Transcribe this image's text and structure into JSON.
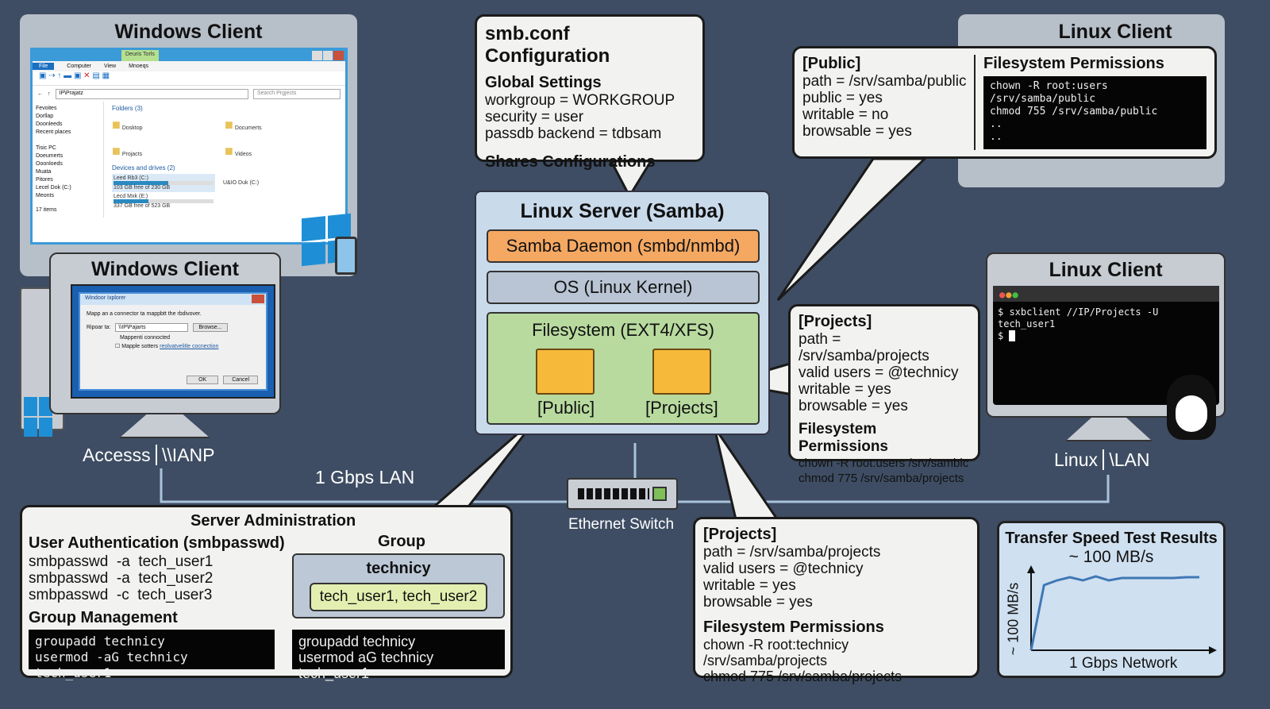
{
  "colors": {
    "background": "#3e4d63",
    "server": "#c9daeb",
    "daemon": "#f4a862",
    "os": "#b9c5d4",
    "filesystem": "#b8da9f",
    "bubble": "#f2f2f0",
    "chart_line": "#3f78b5"
  },
  "win_top": {
    "title": "Windows Client",
    "explorer": {
      "contextual_tab": "Deuris Torls",
      "tabs": [
        "File",
        "Computer",
        "View",
        "Mnoeqs"
      ],
      "address": "IP\\Prajatz",
      "search_placeholder": "Search Prgjects",
      "nav": [
        "Fevoites",
        "Dorllap",
        "Doonleeds",
        "Recent places",
        "Tisic PC",
        "Doeumerts",
        "Ooonloeds",
        "Muata",
        "Pitores",
        "Lecel Dok (C:)",
        "Meonts"
      ],
      "folders_header": "Folders (3)",
      "folders": [
        "Dosktop",
        "Documerts",
        "Projacts",
        "Videos"
      ],
      "drives_header": "Devices and drives (2)",
      "drives": [
        {
          "name": "Leed Rb3 (C:)",
          "free": "103 GB free of 230 GB",
          "used": 0.55
        },
        {
          "name": "Lecd Mxk (E:)",
          "free": "337 GB free of 523 GB",
          "used": 0.35
        }
      ],
      "dvd": "U&IO Duk (C:)",
      "status": "17 items"
    }
  },
  "win_bottom": {
    "title": "Windows Client",
    "dialog": {
      "title": "Windoor Ixplorer",
      "desc": "Mapp an a connector ta mappbtt the rbdivover.",
      "field_label": "Ripoar ta:",
      "field_value": "\\\\IP\\Pajarts",
      "browse": "Browse...",
      "status": "Mappenti connocted",
      "checkbox": "Mapple sotters",
      "link": "reolvatvelitle cocnection",
      "ok": "OK",
      "cancel": "Cancel"
    },
    "access": "Accesss",
    "path": "\\\\IANP"
  },
  "lan": {
    "label": "1 Gbps LAN",
    "switch": "Ethernet Switch"
  },
  "smbconf": {
    "title": "smb.conf Configuration",
    "global_heading": "Global Settings",
    "global": [
      "workgroup = WORKGROUP",
      "security = user",
      "passdb backend = tdbsam"
    ],
    "shares_heading": "Shares Configurations"
  },
  "server": {
    "title": "Linux Server (Samba)",
    "daemon": "Samba Daemon (smbd/nmbd)",
    "os": "OS (Linux Kernel)",
    "fs": "Filesystem (EXT4/XFS)",
    "folders": [
      "[Public]",
      "[Projects]"
    ]
  },
  "linux_top": {
    "title": "Linux Client",
    "public_heading": "[Public]",
    "public": [
      "path = /srv/samba/public",
      "public = yes",
      "writable = no",
      "browsable = yes"
    ],
    "perm_heading": "Filesystem Permissions",
    "perm_cmds": [
      "chown -R root:users",
      "/srv/samba/public",
      "chmod 755 /srv/samba/public",
      "..",
      ".."
    ]
  },
  "linux_bottom": {
    "title": "Linux Client",
    "terminal": [
      "$ sxbclient //IP/Projects -U tech_user1",
      "$ "
    ],
    "label": "Linux",
    "path": "\\LAN"
  },
  "projects_mid": {
    "heading": "[Projects]",
    "lines": [
      "path = /srv/samba/projects",
      "valid users = @technicy",
      "writable = yes",
      "browsable = yes"
    ],
    "perm_heading": "Filesystem Permissions",
    "perm": [
      "chown -R root:users /srv/sambic",
      "chmod 775 /srv/samba/projects"
    ]
  },
  "projects_bottom": {
    "heading": "[Projects]",
    "lines": [
      "path = /srv/samba/projects",
      "valid users = @technicy",
      "writable = yes",
      "browsable = yes"
    ],
    "perm_heading": "Filesystem Permissions",
    "perm": [
      "chown -R root:technicy /srv/samba/projects",
      "chmod 775 /srv/samba/projects"
    ]
  },
  "admin": {
    "title": "Server Administration",
    "auth_heading": "User Authentication (smbpasswd)",
    "auth": [
      "smbpasswd  -a  tech_user1",
      "smbpasswd  -a  tech_user2",
      "smbpasswd  -c  tech_user3"
    ],
    "group_heading": "Group",
    "group_name": "technicy",
    "group_members": "tech_user1, tech_user2",
    "mgmt_heading": "Group Management",
    "cmds_left": [
      "groupadd technicy",
      "usermod -aG technicy tech_user1"
    ],
    "cmds_right": [
      "groupadd technicy",
      "usermod aG technicy tech_user1"
    ]
  },
  "chart_data": {
    "type": "line",
    "title": "Transfer Speed Test Results",
    "subtitle": "~ 100 MB/s",
    "xlabel": "1 Gbps Network",
    "ylabel": "~ 100 MB/s",
    "values": [
      0,
      82,
      88,
      92,
      88,
      93,
      88,
      91,
      91,
      91,
      91,
      91,
      92,
      92
    ]
  }
}
